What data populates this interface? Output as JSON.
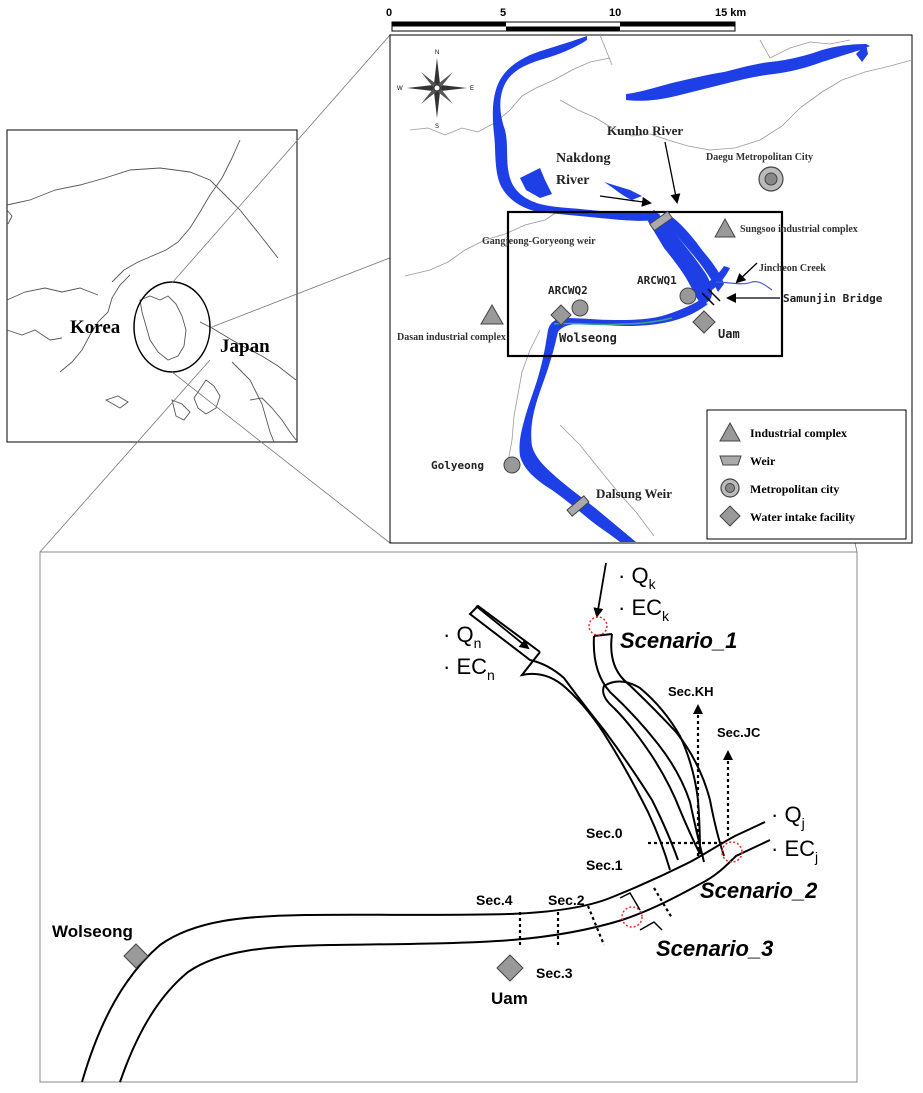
{
  "scale_bar": {
    "ticks": [
      "0",
      "5",
      "10",
      "15 km"
    ]
  },
  "inset": {
    "korea": "Korea",
    "japan": "Japan"
  },
  "compass": {
    "n": "N",
    "s": "S",
    "e": "E",
    "w": "W"
  },
  "rivers": {
    "nakdong_1": "Nakdong",
    "nakdong_2": "River",
    "kumho": "Kumho River",
    "jincheon": "Jincheon Creek"
  },
  "places": {
    "daegu": "Daegu Metropolitan City",
    "sungseo": "Sungsoo industrial complex",
    "gangjeong": "Gangjeong-Goryeong weir",
    "arcwq1": "ARCWQ1",
    "arcwq2": "ARCWQ2",
    "samunjin": "Samunjin Bridge",
    "dasan": "Dasan industrial complex",
    "wolseong": "Wolseong",
    "uam": "Uam",
    "golyeong": "Golyeong",
    "dalsung": "Dalsung Weir"
  },
  "legend": {
    "items": [
      {
        "label": "Industrial complex",
        "icon": "triangle-icon"
      },
      {
        "label": "Weir",
        "icon": "weir-icon"
      },
      {
        "label": "Metropolitan city",
        "icon": "circle-icon"
      },
      {
        "label": "Water intake facility",
        "icon": "diamond-icon"
      }
    ]
  },
  "detail": {
    "q_prefix": "· Q",
    "ec_prefix": "· EC",
    "sub_k": "k",
    "sub_n": "n",
    "sub_j": "j",
    "scenario_1": "Scenario_1",
    "scenario_2": "Scenario_2",
    "scenario_3": "Scenario_3",
    "sec_kh": "Sec.KH",
    "sec_jc": "Sec.JC",
    "sec_0": "Sec.0",
    "sec_1": "Sec.1",
    "sec_2": "Sec.2",
    "sec_3": "Sec.3",
    "sec_4": "Sec.4",
    "wolseong": "Wolseong",
    "uam": "Uam"
  },
  "colors": {
    "river": "#1f3fe6",
    "symbol": "#9a9a9a",
    "marker": "#e03030"
  }
}
